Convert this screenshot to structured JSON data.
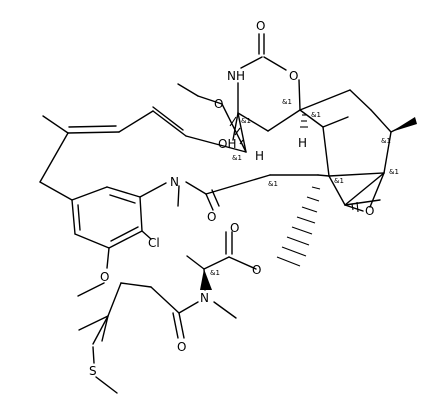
{
  "diagram": {
    "atoms": [
      {
        "id": "O_carbonyl_carbamate",
        "label": "O"
      },
      {
        "id": "NH_carbamate",
        "label": "NH"
      },
      {
        "id": "O_ring_carbamate",
        "label": "O"
      },
      {
        "id": "O_methoxy_top",
        "label": "O"
      },
      {
        "id": "OH",
        "label": "OH"
      },
      {
        "id": "H_ring",
        "label": "H"
      },
      {
        "id": "H_bridge",
        "label": "H"
      },
      {
        "id": "N_amide",
        "label": "N"
      },
      {
        "id": "O_amide",
        "label": "O"
      },
      {
        "id": "O_epoxide",
        "label": "O"
      },
      {
        "id": "Cl",
        "label": "Cl"
      },
      {
        "id": "O_ester_carbonyl",
        "label": "O"
      },
      {
        "id": "O_ester",
        "label": "O"
      },
      {
        "id": "O_methoxy_aryl",
        "label": "O"
      },
      {
        "id": "N_side",
        "label": "N"
      },
      {
        "id": "O_side_amide",
        "label": "O"
      },
      {
        "id": "S",
        "label": "S"
      }
    ],
    "stereo_labels": [
      {
        "id": "s1",
        "text": "&1"
      },
      {
        "id": "s2",
        "text": "&1"
      },
      {
        "id": "s3",
        "text": "&1"
      },
      {
        "id": "s4",
        "text": "&1"
      },
      {
        "id": "s5",
        "text": "&1"
      },
      {
        "id": "s6",
        "text": "&1"
      },
      {
        "id": "s7",
        "text": "&1"
      },
      {
        "id": "s8",
        "text": "&1"
      },
      {
        "id": "s9",
        "text": "&1"
      }
    ]
  }
}
